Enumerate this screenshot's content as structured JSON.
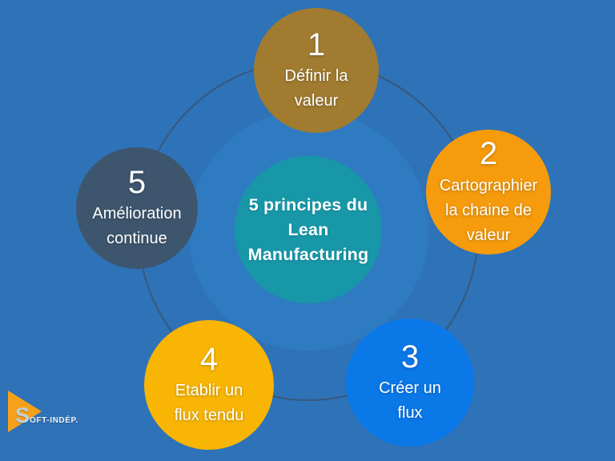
{
  "page": {
    "background": "#2E72B8",
    "inner_circle_color": "#2F7BC2",
    "ring_color": "#3A5470"
  },
  "center": {
    "title": "5 principes du\nLean\nManufacturing",
    "color": "#1797A7"
  },
  "principles": [
    {
      "number": "1",
      "label": "Définir la\nvaleur",
      "color": "#A17B30"
    },
    {
      "number": "2",
      "label": "Cartographier\nla chaine de\nvaleur",
      "color": "#F69B0C"
    },
    {
      "number": "3",
      "label": "Créer un\nflux",
      "color": "#0B78E8"
    },
    {
      "number": "4",
      "label": "Etablir un\nflux tendu",
      "color": "#F8B503"
    },
    {
      "number": "5",
      "label": "Amélioration\ncontinue",
      "color": "#3E566D"
    }
  ],
  "logo": {
    "initial": "S",
    "text": "OFT-INDÉP.",
    "triangle_color": "#F7A11B",
    "initial_color": "#C4CFD9",
    "text_color": "#F0F3F6"
  }
}
